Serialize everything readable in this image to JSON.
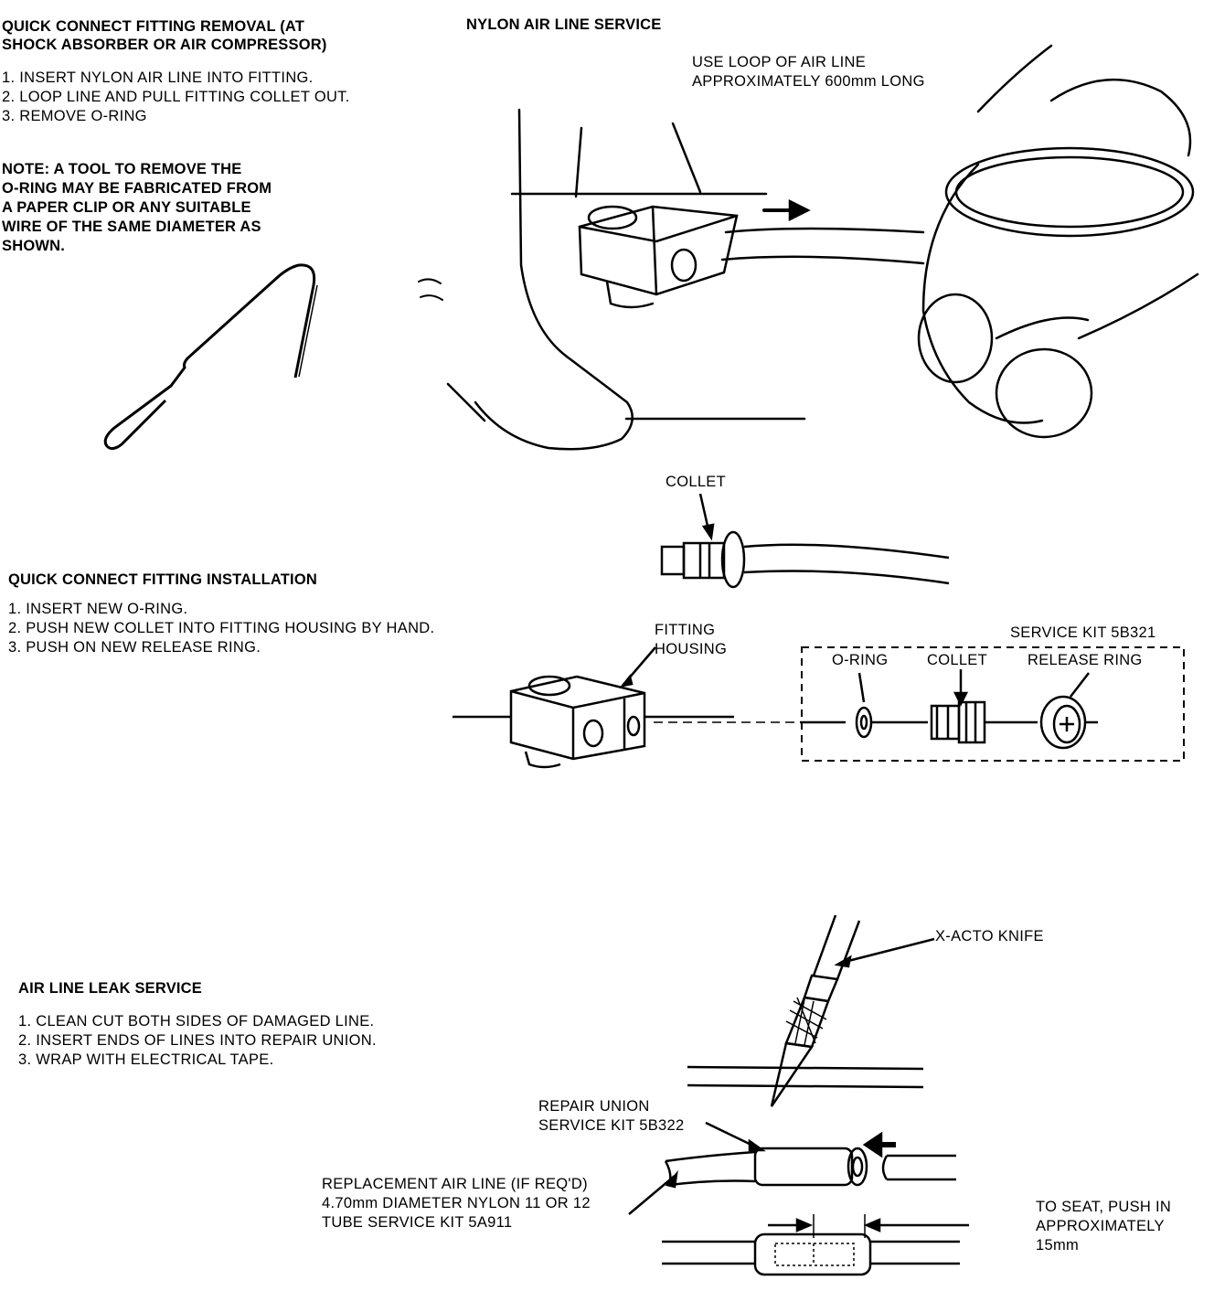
{
  "removal": {
    "heading_1": "QUICK CONNECT FITTING REMOVAL (AT",
    "heading_2": "SHOCK ABSORBER OR AIR COMPRESSOR)",
    "steps": [
      "1.  INSERT NYLON AIR LINE INTO FITTING.",
      "2.  LOOP LINE AND PULL FITTING COLLET OUT.",
      "3.  REMOVE O-RING"
    ],
    "note": [
      "NOTE: A TOOL TO REMOVE THE",
      "O-RING MAY BE FABRICATED FROM",
      "A PAPER CLIP OR ANY SUITABLE",
      "WIRE OF THE SAME DIAMETER AS",
      "SHOWN."
    ]
  },
  "nylon_service": {
    "heading": "NYLON AIR LINE SERVICE",
    "loop_label": [
      "USE LOOP OF AIR LINE",
      "APPROXIMATELY 600mm LONG"
    ],
    "collet_label": "COLLET"
  },
  "installation": {
    "heading": "QUICK CONNECT FITTING INSTALLATION",
    "steps": [
      "1.  INSERT NEW O-RING.",
      "2.  PUSH NEW COLLET INTO FITTING HOUSING BY HAND.",
      "3.  PUSH ON NEW RELEASE RING."
    ],
    "housing_label": [
      "FITTING",
      "HOUSING"
    ],
    "kit_label": "SERVICE KIT 5B321",
    "oring_label": "O-RING",
    "collet_label": "COLLET",
    "release_label": "RELEASE RING"
  },
  "leak": {
    "heading": "AIR LINE LEAK SERVICE",
    "steps": [
      "1.  CLEAN CUT BOTH SIDES OF DAMAGED LINE.",
      "2.  INSERT ENDS OF LINES INTO REPAIR UNION.",
      "3.  WRAP WITH ELECTRICAL TAPE."
    ],
    "knife_label": "X-ACTO KNIFE",
    "union_label": [
      "REPAIR UNION",
      "SERVICE KIT 5B322"
    ],
    "replacement_label": [
      "REPLACEMENT AIR LINE (IF REQ'D)",
      "4.70mm DIAMETER NYLON 11 OR 12",
      "TUBE SERVICE KIT 5A911"
    ],
    "seat_label": [
      "TO SEAT, PUSH IN",
      "APPROXIMATELY",
      "15mm"
    ]
  }
}
